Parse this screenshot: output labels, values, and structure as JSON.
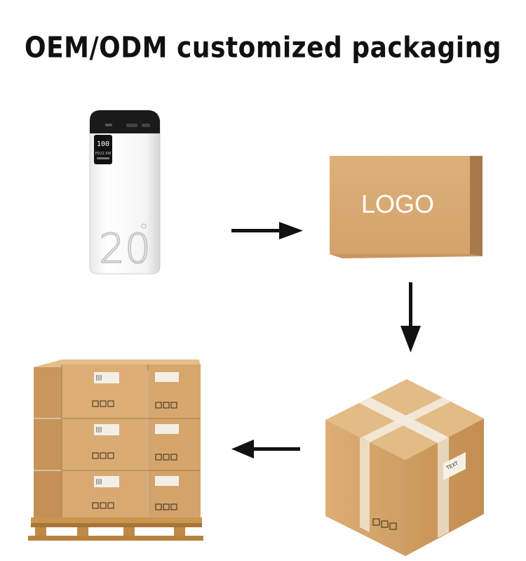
{
  "title": "OEM/ODM customized packaging",
  "flow": {
    "step1": {
      "name": "power-bank",
      "capacity_mark": "20",
      "display_value": "100"
    },
    "step2": {
      "name": "logo-box",
      "logo_text": "LOGO"
    },
    "step3": {
      "name": "shipping-carton",
      "label_text": "TEXT"
    },
    "step4": {
      "name": "pallet"
    }
  },
  "colors": {
    "cardboard": "#d9ab74",
    "cardboard_dark": "#c08f57",
    "cardboard_light": "#e6c08f",
    "arrow": "#111111",
    "tape": "#f1e7d6"
  }
}
